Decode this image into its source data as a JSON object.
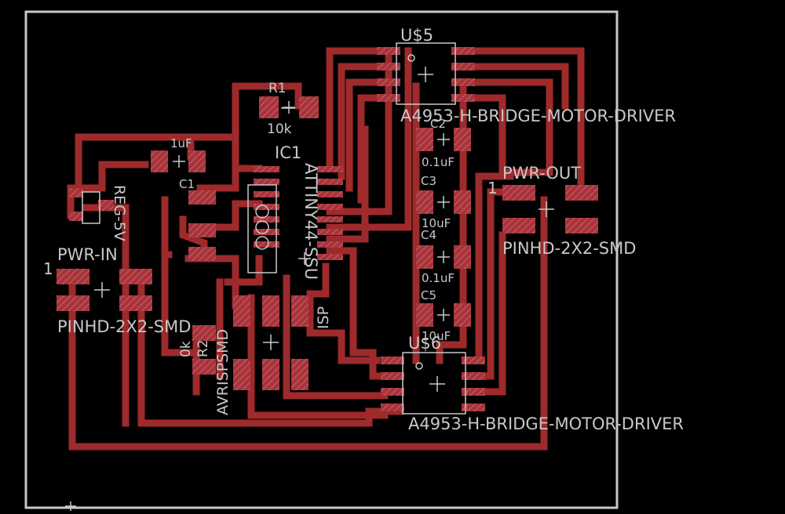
{
  "colors": {
    "background": "#000000",
    "trace": "#9e2a2b",
    "pad": "#a8333a",
    "outline": "#c8c8c8",
    "silkscreen": "#c8c8c8"
  },
  "labels": {
    "us5_name": "U$5",
    "us5_value": "A4953-H-BRIDGE-MOTOR-DRIVER",
    "us6_name": "U$6",
    "us6_value": "A4953-H-BRIDGE-MOTOR-DRIVER",
    "r1_name": "R1",
    "r1_value": "10k",
    "c1_value": "1uF",
    "c1_name": "C1",
    "ic1_name": "IC1",
    "ic1_value": "ATTINY44-SSU",
    "c2_name": "C2",
    "c2_value": "0.1uF",
    "c3_name": "C3",
    "c3_value": "10uF",
    "c4_name": "C4",
    "c4_value": "0.1uF",
    "c5_name": "C5",
    "c5_value": "10uF",
    "pwr_out_name": "PWR-OUT",
    "pwr_out_value": "PINHD-2X2-SMD",
    "pwr_out_pin1": "1",
    "pwr_in_name": "PWR-IN",
    "pwr_in_value": "PINHD-2X2-SMD",
    "pwr_in_pin1": "1",
    "reg_value": "REG-5V",
    "isp_name": "ISP",
    "isp_value": "AVRISPSMD",
    "r2_name": "R2",
    "r2_value": "0k"
  }
}
